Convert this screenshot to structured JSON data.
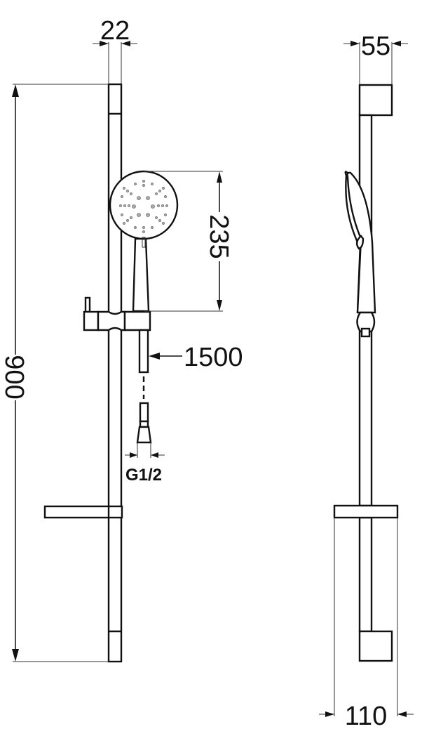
{
  "drawing": {
    "title": "Shower rail set dimension drawing",
    "views": [
      "front-view",
      "side-view"
    ]
  },
  "dimensions": {
    "rail_width": "22",
    "rail_height": "900",
    "handshower_length": "235",
    "hose_length": "1500",
    "connection_thread": "G1/2",
    "side_depth_top": "55",
    "side_depth_bottom": "110"
  },
  "colors": {
    "line": "#111111",
    "background": "#ffffff"
  }
}
